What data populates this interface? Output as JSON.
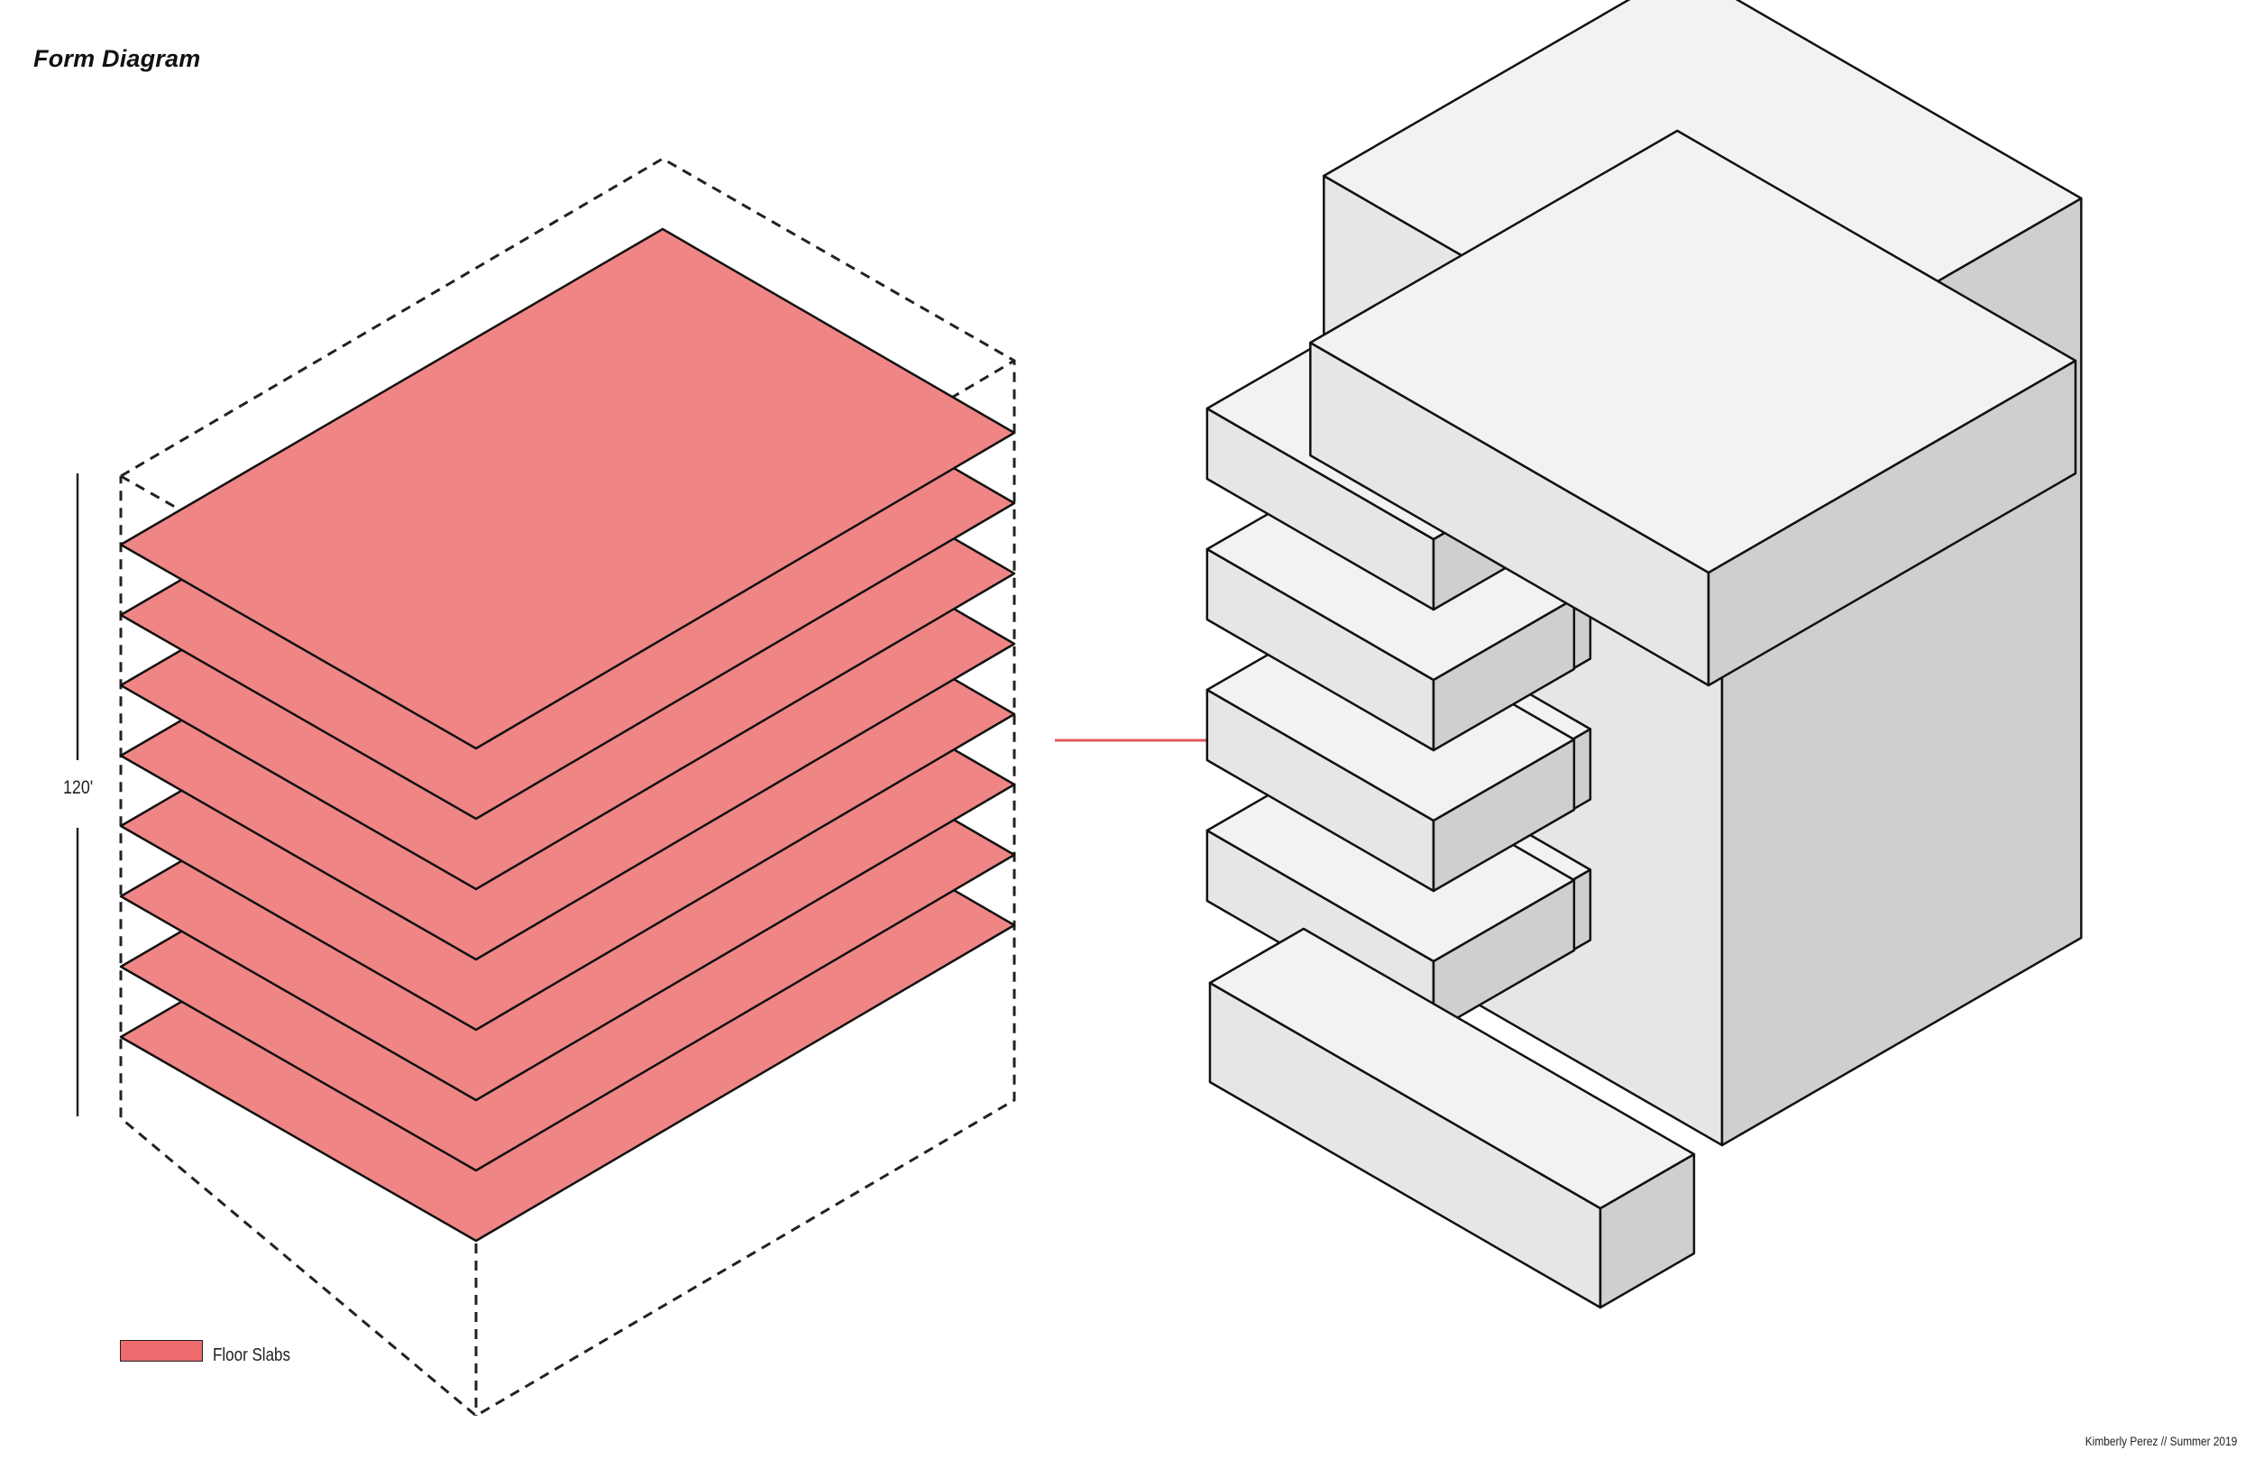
{
  "title": "Form Diagram",
  "dimension": {
    "label": "120'"
  },
  "legend": {
    "label": "Floor Slabs",
    "color": "#ee6b6e"
  },
  "credit": "Kimberly Perez // Summer 2019",
  "colors": {
    "slab_fill": "#f08586",
    "arrow": "#e2585b",
    "line": "#111111",
    "block_top": "#f2f2f2",
    "block_left": "#e6e6e6",
    "block_right": "#cfcfcf"
  },
  "icons": {
    "arrow": "right-arrow-icon"
  }
}
